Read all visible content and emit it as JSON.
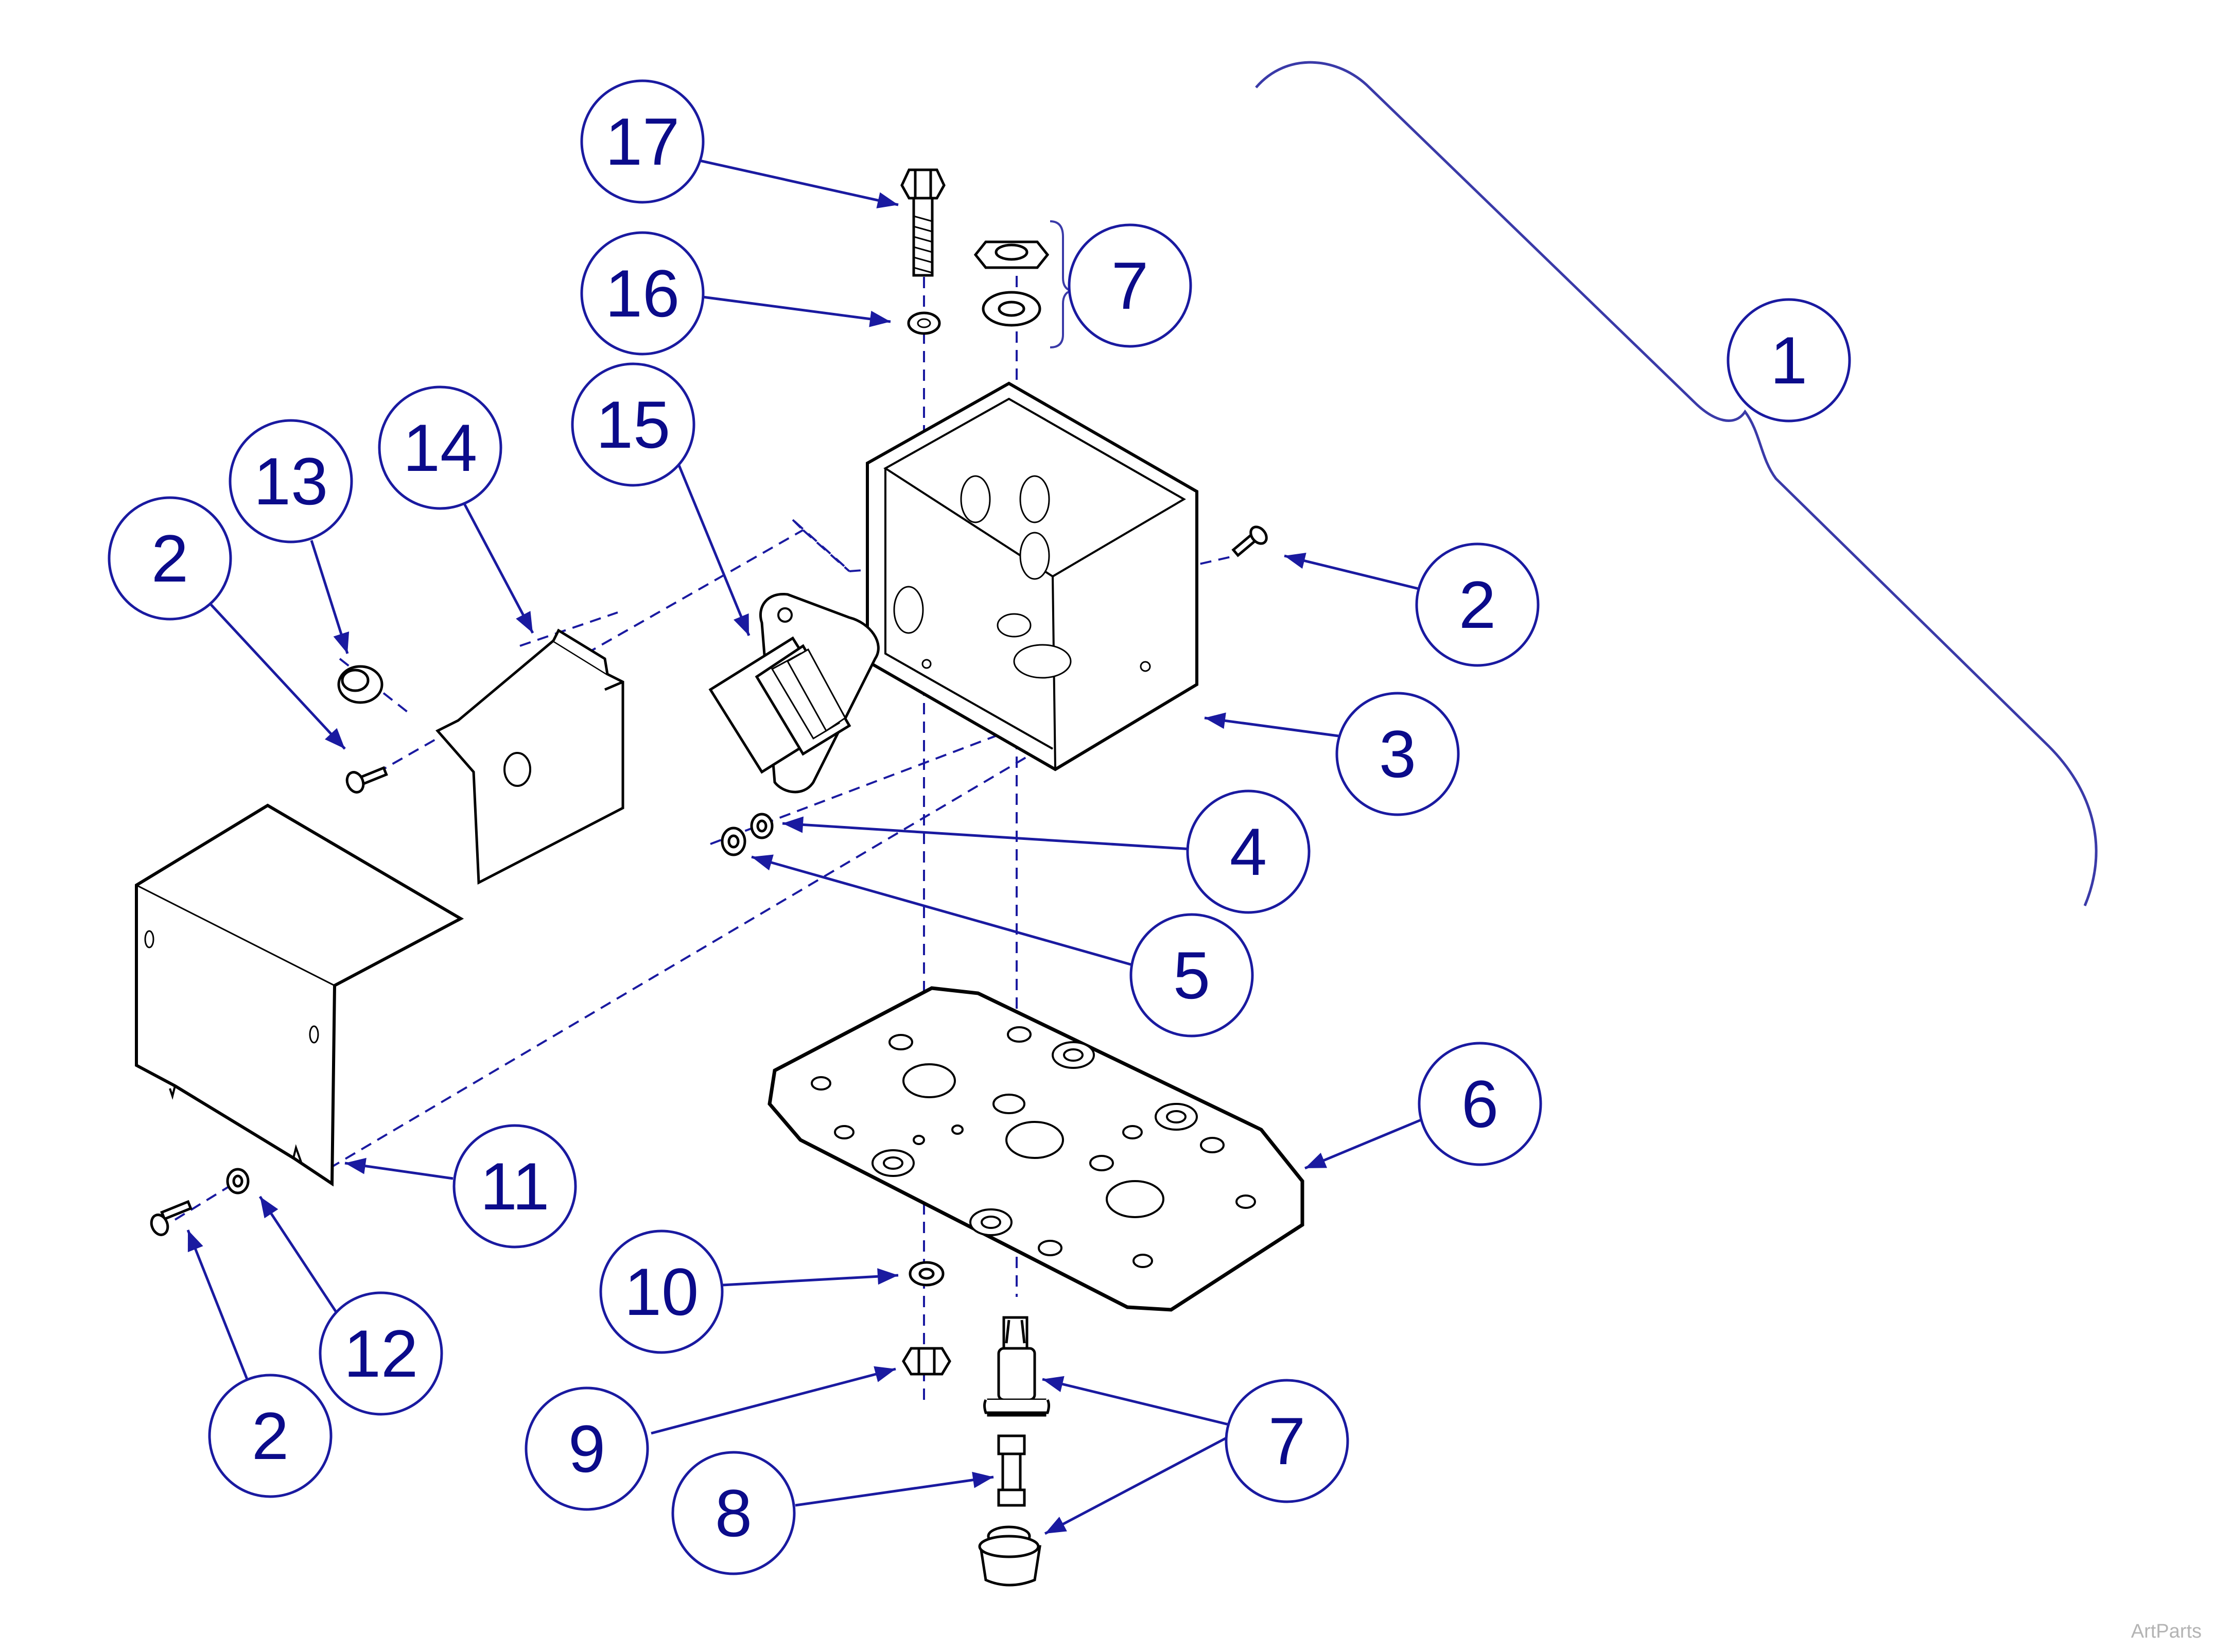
{
  "diagram": {
    "callouts": [
      {
        "id": "c17",
        "label": "17"
      },
      {
        "id": "c16",
        "label": "16"
      },
      {
        "id": "c7a",
        "label": "7"
      },
      {
        "id": "c1",
        "label": "1"
      },
      {
        "id": "c15",
        "label": "15"
      },
      {
        "id": "c14",
        "label": "14"
      },
      {
        "id": "c13",
        "label": "13"
      },
      {
        "id": "c2a",
        "label": "2"
      },
      {
        "id": "c2b",
        "label": "2"
      },
      {
        "id": "c3",
        "label": "3"
      },
      {
        "id": "c4",
        "label": "4"
      },
      {
        "id": "c5",
        "label": "5"
      },
      {
        "id": "c6",
        "label": "6"
      },
      {
        "id": "c11",
        "label": "11"
      },
      {
        "id": "c10",
        "label": "10"
      },
      {
        "id": "c12",
        "label": "12"
      },
      {
        "id": "c2c",
        "label": "2"
      },
      {
        "id": "c9",
        "label": "9"
      },
      {
        "id": "c7b",
        "label": "7"
      },
      {
        "id": "c8",
        "label": "8"
      }
    ],
    "colors": {
      "callout": "#0b0b8a",
      "line": "#3a3aa8",
      "part": "#000000"
    }
  },
  "watermark": "ArtParts"
}
